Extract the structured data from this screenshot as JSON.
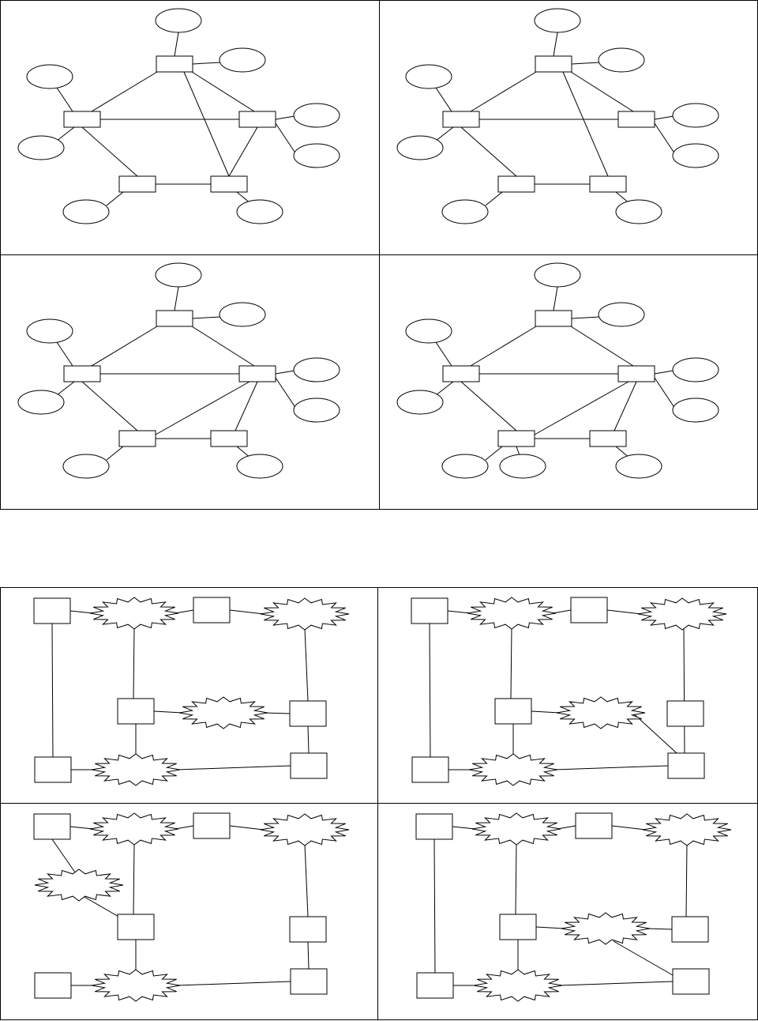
{
  "figure": {
    "description_count": 2,
    "groups": [
      {
        "id": "network-graphs",
        "panels": 4,
        "node_kinds": [
          "rectangle",
          "ellipse"
        ]
      },
      {
        "id": "star-graphs",
        "panels": 4,
        "node_kinds": [
          "rectangle",
          "starburst"
        ]
      }
    ]
  },
  "colors": {
    "stroke": "#000000",
    "fill": "#ffffff",
    "background": "#ffffff"
  }
}
